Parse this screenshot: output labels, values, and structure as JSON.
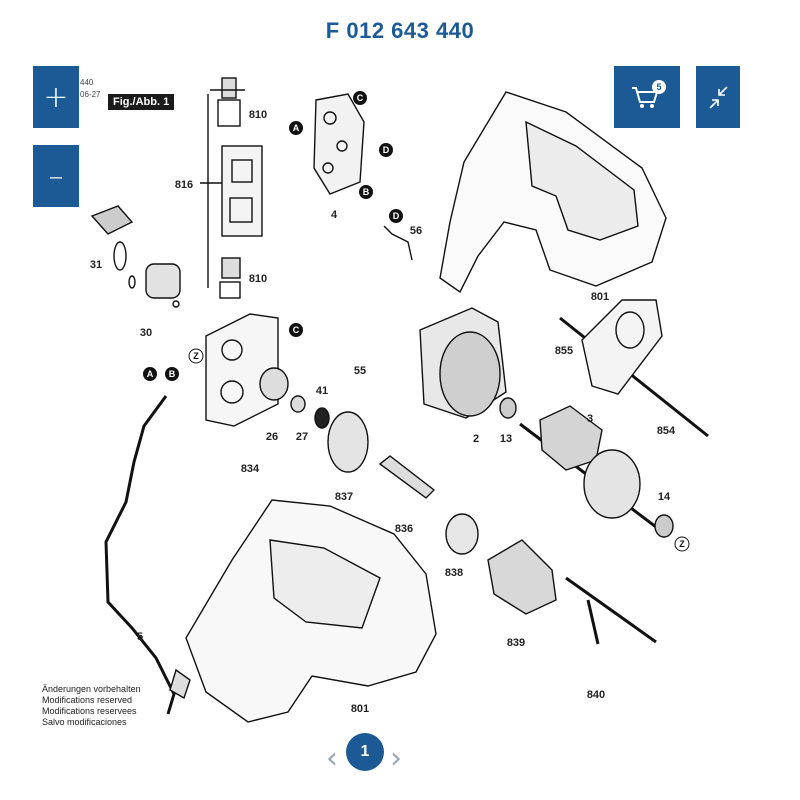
{
  "header": {
    "title": "F 012 643 440"
  },
  "controls": {
    "zoom_in": "+",
    "zoom_out": "–",
    "cart_count": "5"
  },
  "diagram": {
    "fig_label": "Fig./Abb. 1",
    "side_text": [
      "440",
      "06-27"
    ],
    "notes": [
      "Änderungen vorbehalten",
      "Modifications reserved",
      "Modifications reservees",
      "Salvo modificaciones"
    ],
    "parts": [
      {
        "id": "810a",
        "label": "810"
      },
      {
        "id": "816",
        "label": "816"
      },
      {
        "id": "810b",
        "label": "810"
      },
      {
        "id": "4",
        "label": "4"
      },
      {
        "id": "56",
        "label": "56"
      },
      {
        "id": "31",
        "label": "31"
      },
      {
        "id": "30",
        "label": "30"
      },
      {
        "id": "801a",
        "label": "801"
      },
      {
        "id": "855",
        "label": "855"
      },
      {
        "id": "55",
        "label": "55"
      },
      {
        "id": "41",
        "label": "41"
      },
      {
        "id": "26",
        "label": "26"
      },
      {
        "id": "27",
        "label": "27"
      },
      {
        "id": "834",
        "label": "834"
      },
      {
        "id": "2",
        "label": "2"
      },
      {
        "id": "13",
        "label": "13"
      },
      {
        "id": "3",
        "label": "3"
      },
      {
        "id": "854",
        "label": "854"
      },
      {
        "id": "837",
        "label": "837"
      },
      {
        "id": "836",
        "label": "836"
      },
      {
        "id": "838",
        "label": "838"
      },
      {
        "id": "14",
        "label": "14"
      },
      {
        "id": "839",
        "label": "839"
      },
      {
        "id": "840",
        "label": "840"
      },
      {
        "id": "5",
        "label": "5"
      },
      {
        "id": "801b",
        "label": "801"
      }
    ],
    "connectors": [
      "A",
      "B",
      "C",
      "D",
      "C",
      "D",
      "A",
      "B",
      "Z",
      "Z"
    ]
  },
  "pager": {
    "current": "1",
    "prev": "‹",
    "next": "›"
  }
}
